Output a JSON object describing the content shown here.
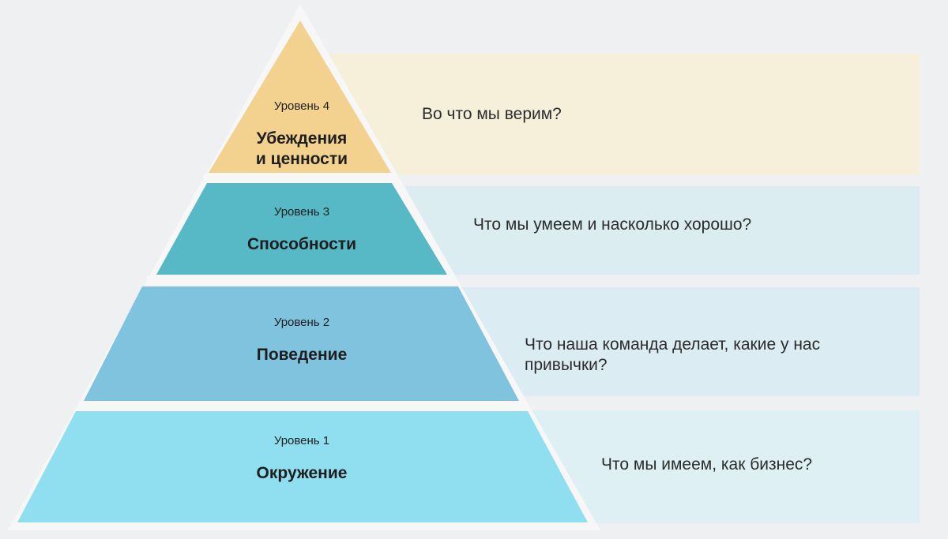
{
  "colors": {
    "background": "#eef0f1",
    "pyramid_outline": "#f4f4f4",
    "level4": "#f3d18f",
    "level3": "#57b8c6",
    "level2": "#7fc3df",
    "level1": "#8fdfef",
    "band4": "#f6efd9",
    "band3": "#dcefF3",
    "band2": "#dcedf4",
    "band1": "#dff1f5"
  },
  "levels": [
    {
      "number_label": "Уровень 4",
      "name_line1": "Убеждения",
      "name_line2": "и ценности",
      "question": "Во что мы верим?",
      "question_line2": ""
    },
    {
      "number_label": "Уровень 3",
      "name_line1": "Способности",
      "name_line2": "",
      "question": "Что мы умеем и насколько хорошо?",
      "question_line2": ""
    },
    {
      "number_label": "Уровень 2",
      "name_line1": "Поведение",
      "name_line2": "",
      "question": "Что наша команда делает, какие у нас",
      "question_line2": "привычки?"
    },
    {
      "number_label": "Уровень 1",
      "name_line1": "Окружение",
      "name_line2": "",
      "question": "Что мы имеем, как бизнес?",
      "question_line2": ""
    }
  ]
}
